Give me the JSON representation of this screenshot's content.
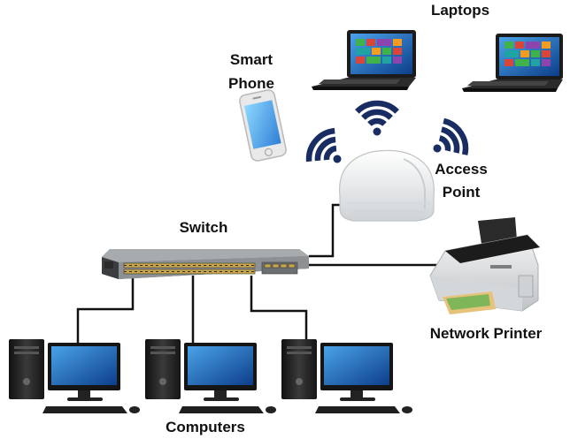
{
  "labels": {
    "laptops": "Laptops",
    "smart_phone_line1": "Smart",
    "smart_phone_line2": "Phone",
    "access_point_line1": "Access",
    "access_point_line2": "Point",
    "switch": "Switch",
    "network_printer": "Network Printer",
    "computers": "Computers"
  },
  "colors": {
    "link": "#111111",
    "wifi": "#1a2d63",
    "screen": "#1e63b8",
    "tile_green": "#3fb24a",
    "tile_red": "#d9453b",
    "tile_purple": "#8e44ad",
    "tile_orange": "#f39c1f",
    "tile_teal": "#1fa3a3",
    "switch_port": "#c9a74b"
  }
}
